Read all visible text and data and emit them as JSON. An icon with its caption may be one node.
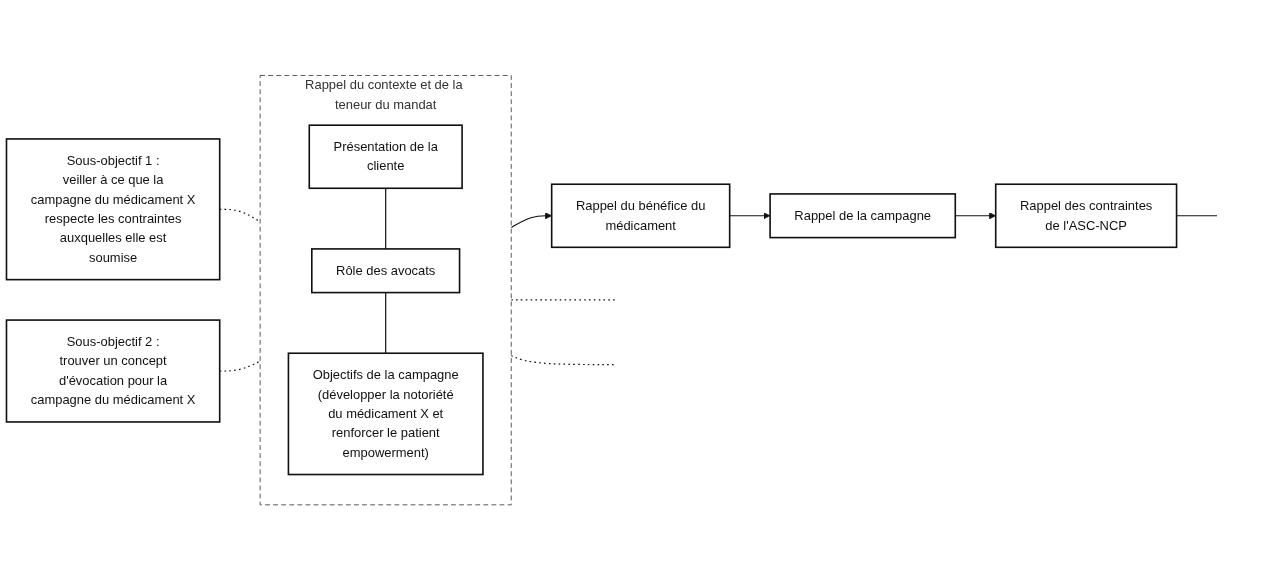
{
  "diagram": {
    "nodes": [
      {
        "text": [
          "Sous-objectif 1 : veiller à ce que la campagne du médicament X respecte les contraintes auxquelles elle est soumise"
        ]
      },
      {
        "text": [
          "Rappel du contexte et de la teneur du mandat"
        ]
      },
      {
        "text": [
          "Présentation de la cliente"
        ],
        "in": 1
      },
      {
        "text": [
          "Rôle des avocats"
        ],
        "in": 1
      },
      {
        "text": [
          "Objectifs de la campagne (développer la notoriété du médicament X et renforcer le patient empowerment)"
        ],
        "in": 1
      },
      {
        "text": [
          "Sous-objectif 2 : trouver un concept d'évocation pour la campagne du médicament X"
        ]
      },
      {
        "text": [
          "Rappel du bénéfice du médicament"
        ]
      },
      {
        "text": [
          "Rappel de la campagne"
        ]
      },
      {
        "text": [
          "Rappel des contraintes de l'ASC-NCP"
        ]
      }
    ],
    "edges": [
      {
        "from": 0,
        "to": 1,
        "arrow": "none",
        "style": "dashed"
      },
      {
        "from": 2,
        "to": 3,
        "arrow": "none"
      },
      {
        "from": 3,
        "to": 4,
        "arrow": "none"
      },
      {
        "from": 5,
        "to": 1,
        "arrow": "none",
        "style": "dashed"
      },
      {
        "from": 1,
        "to": null,
        "arrow": "none",
        "style": "dashed"
      },
      {
        "from": 1,
        "to": null,
        "arrow": "none",
        "style": "dashed"
      },
      {
        "from": 1,
        "to": 6,
        "arrow": "to"
      },
      {
        "from": 6,
        "to": 7,
        "arrow": "to"
      },
      {
        "from": 7,
        "to": 8,
        "arrow": "to"
      },
      {
        "from": 8,
        "to": null,
        "arrow": "none"
      }
    ]
  }
}
